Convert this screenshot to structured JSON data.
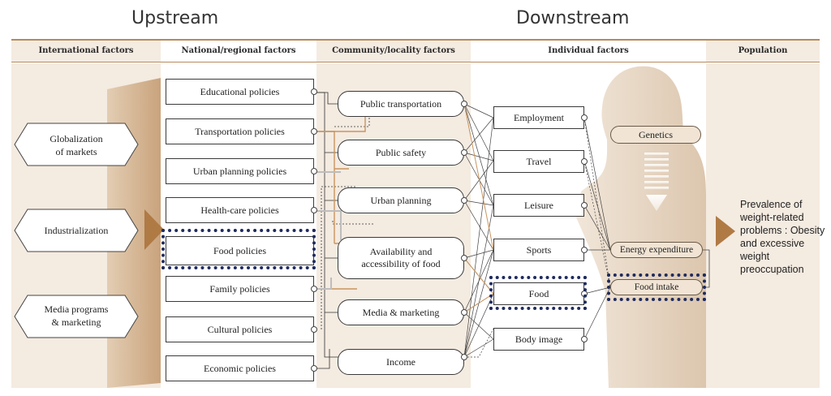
{
  "titles": {
    "upstream": "Upstream",
    "downstream": "Downstream"
  },
  "headers": {
    "international": "International factors",
    "national": "National/regional factors",
    "community": "Community/locality factors",
    "individual": "Individual factors",
    "population": "Population"
  },
  "international": [
    "Globalization of markets",
    "Industrialization",
    "Media programs & marketing"
  ],
  "national": [
    "Educational policies",
    "Transportation policies",
    "Urban planning policies",
    "Health-care policies",
    "Food policies",
    "Family policies",
    "Cultural policies",
    "Economic policies"
  ],
  "community": [
    "Public transportation",
    "Public safety",
    "Urban planning",
    "Availability and accessibility of food",
    "Media & marketing",
    "Income"
  ],
  "individual": [
    "Employment",
    "Travel",
    "Leisure",
    "Sports",
    "Food",
    "Body image"
  ],
  "person": {
    "genetics": "Genetics",
    "energy": "Energy expenditure",
    "intake": "Food intake"
  },
  "population_text": "Prevalence of weight-related problems : Obesity and excessive weight preoccupation",
  "colors": {
    "accent": "#b07a45",
    "panel": "#f3e9dd",
    "highlight": "#1f2b5e"
  }
}
